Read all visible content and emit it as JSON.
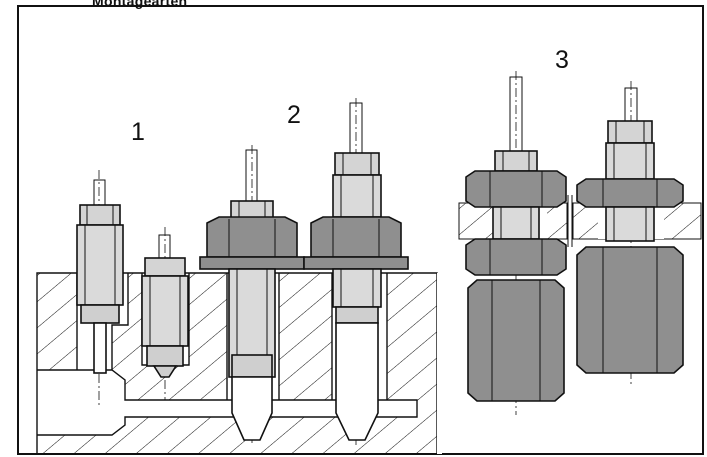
{
  "header": {
    "text": "Montagearten"
  },
  "labels": {
    "label_1": "1",
    "label_2": "2",
    "label_3": "3"
  },
  "colors": {
    "nut_grey": "#8f8f8f",
    "body_light": "#dcdcdc",
    "line": "#111111",
    "background": "#ffffff"
  }
}
